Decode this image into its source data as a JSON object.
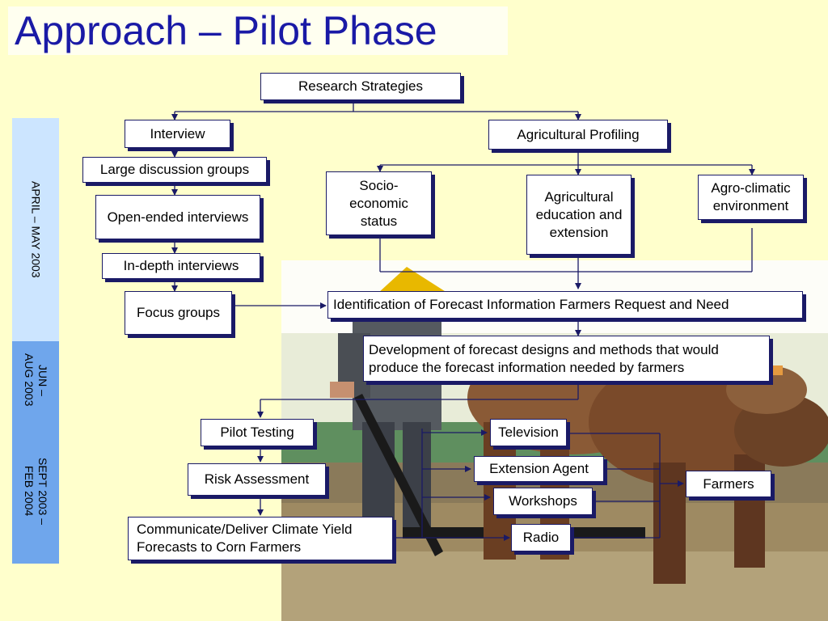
{
  "title": "Approach – Pilot Phase",
  "colors": {
    "background": "#ffffcc",
    "title_text": "#1a1aa6",
    "phase_light": "#cce5ff",
    "phase_dark": "#6fa6ec"
  },
  "phases": [
    {
      "label": "APRIL – MAY 2003"
    },
    {
      "label": "JUN –\nAUG 2003"
    },
    {
      "label": "SEPT 2003 –\nFEB 2004"
    }
  ],
  "nodes": {
    "research_strategies": "Research Strategies",
    "interview": "Interview",
    "agricultural_profiling": "Agricultural Profiling",
    "large_discussion_groups": "Large discussion groups",
    "open_ended_interviews": "Open-ended interviews",
    "in_depth_interviews": "In-depth interviews",
    "focus_groups": "Focus groups",
    "socio_economic_status": "Socio-economic status",
    "agricultural_education": "Agricultural education and extension",
    "agro_climatic": "Agro-climatic environment",
    "identification": "Identification of Forecast Information Farmers Request and Need",
    "development": "Development of forecast designs and methods that would produce the forecast information needed by farmers",
    "pilot_testing": "Pilot Testing",
    "risk_assessment": "Risk Assessment",
    "communicate": "Communicate/Deliver Climate Yield Forecasts to Corn Farmers",
    "television": "Television",
    "extension_agent": "Extension Agent",
    "workshops": "Workshops",
    "radio": "Radio",
    "farmers": "Farmers"
  },
  "illustration": {
    "icon": "farmer-plowing-with-oxen-illustration"
  }
}
